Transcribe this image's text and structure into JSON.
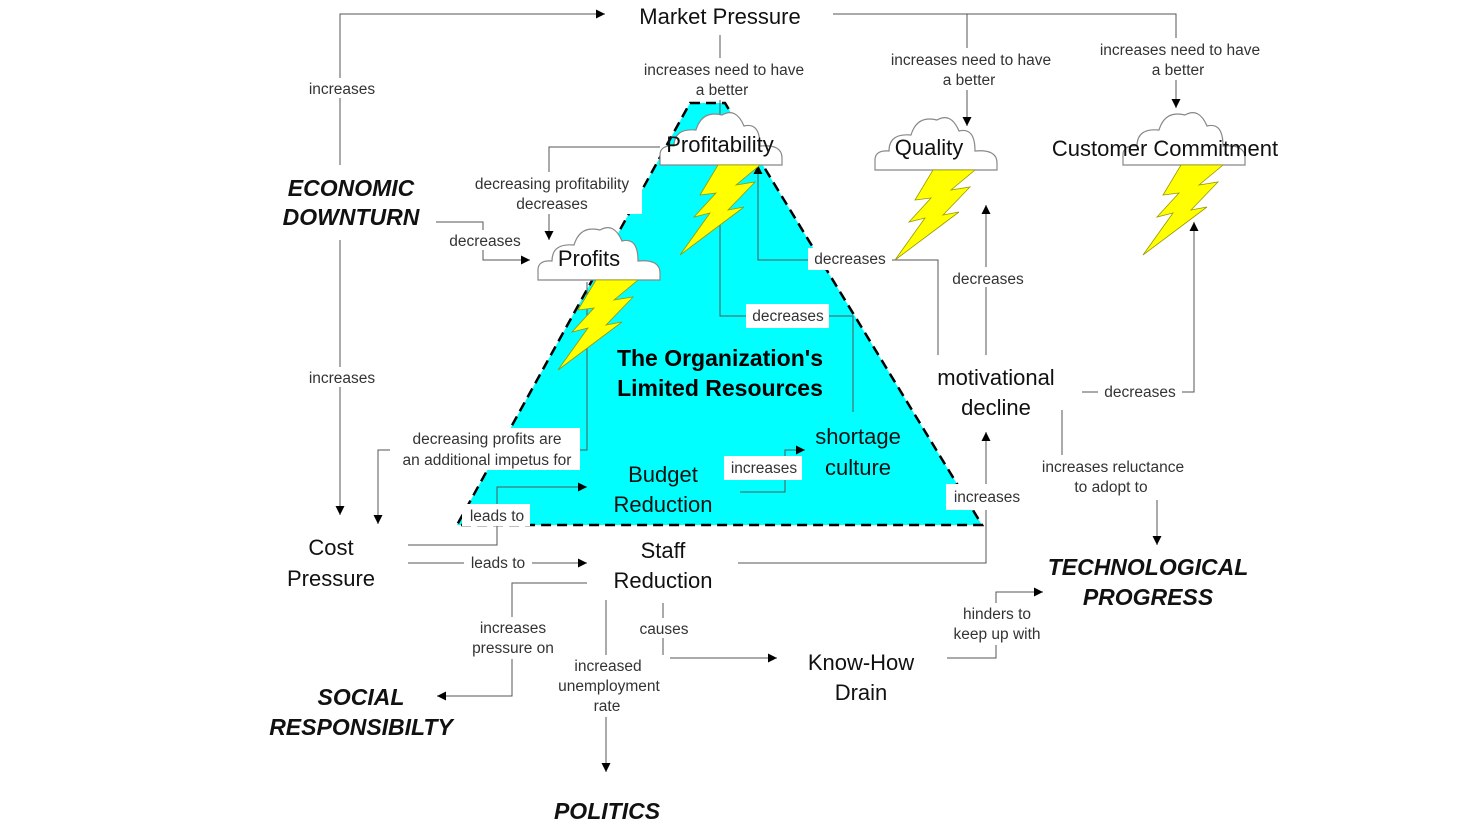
{
  "nodes": {
    "market_pressure": "Market Pressure",
    "profitability": "Profitability",
    "quality": "Quality",
    "customer_commitment": "Customer Commitment",
    "profits": "Profits",
    "economic_downturn": [
      "ECONOMIC",
      "DOWNTURN"
    ],
    "organization": [
      "The Organization's",
      "Limited Resources"
    ],
    "budget_reduction": [
      "Budget",
      "Reduction"
    ],
    "shortage_culture": [
      "shortage",
      "culture"
    ],
    "motivational_decline": [
      "motivational",
      "decline"
    ],
    "cost_pressure": [
      "Cost",
      "Pressure"
    ],
    "staff_reduction": [
      "Staff",
      "Reduction"
    ],
    "technological_progress": [
      "TECHNOLOGICAL",
      "PROGRESS"
    ],
    "social_responsibility": [
      "SOCIAL",
      "RESPONSIBILTY"
    ],
    "know_how_drain": [
      "Know-How",
      "Drain"
    ],
    "politics": "POLITICS"
  },
  "edges": {
    "econ_market": "increases",
    "market_profitability": [
      "increases need to have",
      "a better"
    ],
    "market_quality": [
      "increases need to have",
      "a better"
    ],
    "market_customer": [
      "increases need to have",
      "a better"
    ],
    "profitability_profits": [
      "decreasing profitability",
      "decreases"
    ],
    "econ_profits": "decreases",
    "econ_cost": "increases",
    "profits_cost": [
      "decreasing profits are",
      "an additional impetus for"
    ],
    "cost_budget": "leads to",
    "cost_staff": "leads to",
    "budget_shortage": "increases",
    "shortage_profitability": "decreases",
    "motivation_profitability": "decreases",
    "motivation_quality": "decreases",
    "motivation_customer": "decreases",
    "motivation_tech": [
      "increases reluctance",
      "to adopt to"
    ],
    "staff_motivation": "increases",
    "staff_social": [
      "increases",
      "pressure on"
    ],
    "staff_politics": [
      "increased",
      "unemployment",
      "rate"
    ],
    "staff_knowhow": "causes",
    "knowhow_tech": [
      "hinders to",
      "keep up with"
    ]
  },
  "colors": {
    "resources": "#00FFFF",
    "lightning": "#FFFF00"
  }
}
